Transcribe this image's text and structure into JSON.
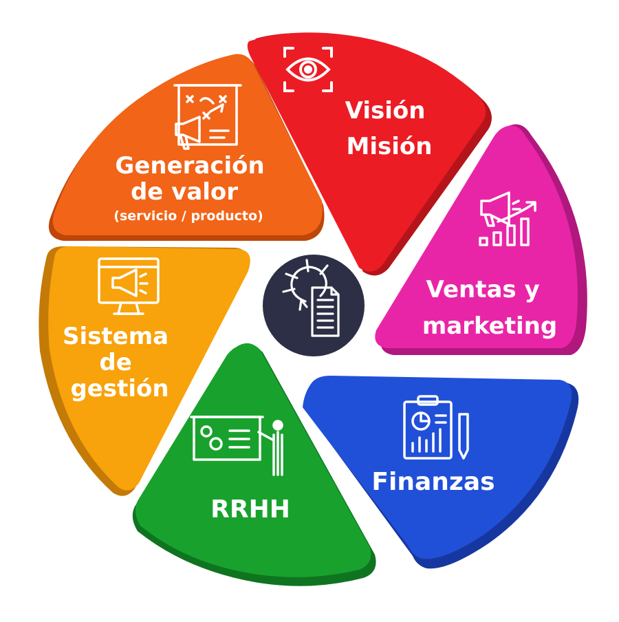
{
  "center": {
    "icon": "lightbulb-document-icon"
  },
  "segments": [
    {
      "id": "vision",
      "lines": [
        "Visión",
        "Misión"
      ],
      "icon": "eye-icon",
      "color": "#ec1c24",
      "shade": "#b5141b"
    },
    {
      "id": "ventas",
      "lines": [
        "Ventas y",
        "marketing"
      ],
      "icon": "megaphone-growth-chart-icon",
      "color": "#e925a7",
      "shade": "#b0187e"
    },
    {
      "id": "finanzas",
      "lines": [
        "Finanzas"
      ],
      "icon": "clipboard-report-icon",
      "color": "#2150d8",
      "shade": "#1737a0"
    },
    {
      "id": "rrhh",
      "lines": [
        "RRHH"
      ],
      "icon": "presenter-board-icon",
      "color": "#18a22d",
      "shade": "#0f7420"
    },
    {
      "id": "sistema",
      "lines": [
        "Sistema",
        "de",
        "gestión"
      ],
      "icon": "monitor-megaphone-icon",
      "color": "#f8a20c",
      "shade": "#c47a06"
    },
    {
      "id": "generacion",
      "lines": [
        "Generación",
        "de valor"
      ],
      "sub": "(servicio / producto)",
      "icon": "strategy-board-megaphone-icon",
      "color": "#f26418",
      "shade": "#bd4609"
    }
  ]
}
